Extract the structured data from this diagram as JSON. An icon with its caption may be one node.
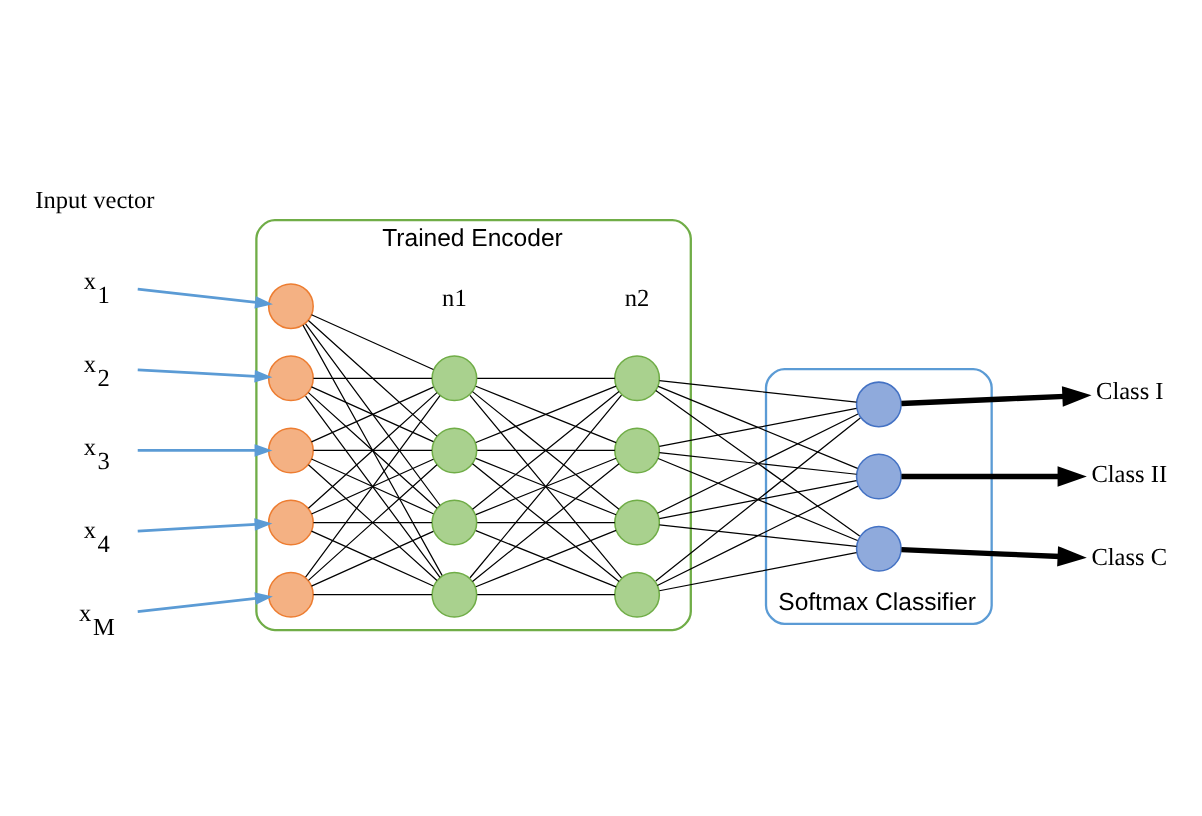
{
  "diagram": {
    "nodes": [
      {
        "text": [
          "Trained Encoder"
        ]
      },
      {
        "text": [],
        "shape": "circle",
        "in": 0
      },
      {
        "text": [],
        "shape": "circle",
        "in": 0
      },
      {
        "text": [],
        "shape": "circle",
        "in": 0
      },
      {
        "text": [],
        "shape": "circle",
        "in": 0
      },
      {
        "text": [],
        "shape": "circle",
        "in": 0
      },
      {
        "text": [],
        "shape": "circle",
        "in": 0
      },
      {
        "text": [],
        "shape": "circle",
        "in": 0
      },
      {
        "text": [],
        "shape": "circle",
        "in": 0
      },
      {
        "text": [],
        "shape": "circle",
        "in": 0
      },
      {
        "text": [],
        "shape": "circle",
        "in": 0
      },
      {
        "text": [],
        "shape": "circle",
        "in": 0
      },
      {
        "text": [],
        "shape": "circle",
        "in": 0
      },
      {
        "text": [],
        "shape": "circle",
        "in": 0
      },
      {
        "text": [
          "Softmax Classifier"
        ]
      },
      {
        "text": [],
        "shape": "circle",
        "in": 14
      },
      {
        "text": [],
        "shape": "circle",
        "in": 14
      },
      {
        "text": [],
        "shape": "circle",
        "in": 14
      },
      {
        "text": [
          "x$_{1}$"
        ]
      },
      {
        "text": [
          "x$_{2}$"
        ]
      },
      {
        "text": [
          "x$_{3}$"
        ]
      },
      {
        "text": [
          "x$_{4}$"
        ]
      },
      {
        "text": [
          "x$_{M}$"
        ]
      },
      {
        "text": [
          "Class I"
        ]
      },
      {
        "text": [
          "Class II"
        ]
      },
      {
        "text": [
          "Class C"
        ]
      }
    ],
    "edges": [
      {
        "from": 18,
        "to": 1,
        "arrow": "to",
        "color": "#5b9bd5"
      },
      {
        "from": 19,
        "to": 2,
        "arrow": "to",
        "color": "#5b9bd5"
      },
      {
        "from": 20,
        "to": 3,
        "arrow": "to",
        "color": "#5b9bd5"
      },
      {
        "from": 21,
        "to": 4,
        "arrow": "to",
        "color": "#5b9bd5"
      },
      {
        "from": 22,
        "to": 5,
        "arrow": "to",
        "color": "#5b9bd5"
      },
      {
        "from": 1,
        "to": 6,
        "arrow": "none"
      },
      {
        "from": 1,
        "to": 7,
        "arrow": "none"
      },
      {
        "from": 1,
        "to": 8,
        "arrow": "none"
      },
      {
        "from": 1,
        "to": 9,
        "arrow": "none"
      },
      {
        "from": 2,
        "to": 6,
        "arrow": "none"
      },
      {
        "from": 2,
        "to": 7,
        "arrow": "none"
      },
      {
        "from": 2,
        "to": 8,
        "arrow": "none"
      },
      {
        "from": 2,
        "to": 9,
        "arrow": "none"
      },
      {
        "from": 3,
        "to": 6,
        "arrow": "none"
      },
      {
        "from": 3,
        "to": 7,
        "arrow": "none"
      },
      {
        "from": 3,
        "to": 8,
        "arrow": "none"
      },
      {
        "from": 3,
        "to": 9,
        "arrow": "none"
      },
      {
        "from": 4,
        "to": 6,
        "arrow": "none"
      },
      {
        "from": 4,
        "to": 7,
        "arrow": "none"
      },
      {
        "from": 4,
        "to": 8,
        "arrow": "none"
      },
      {
        "from": 4,
        "to": 9,
        "arrow": "none"
      },
      {
        "from": 5,
        "to": 6,
        "arrow": "none"
      },
      {
        "from": 5,
        "to": 7,
        "arrow": "none"
      },
      {
        "from": 5,
        "to": 8,
        "arrow": "none"
      },
      {
        "from": 5,
        "to": 9,
        "arrow": "none"
      },
      {
        "from": 6,
        "to": 10,
        "arrow": "none"
      },
      {
        "from": 6,
        "to": 11,
        "arrow": "none"
      },
      {
        "from": 6,
        "to": 12,
        "arrow": "none"
      },
      {
        "from": 6,
        "to": 13,
        "arrow": "none"
      },
      {
        "from": 7,
        "to": 10,
        "arrow": "none"
      },
      {
        "from": 7,
        "to": 11,
        "arrow": "none"
      },
      {
        "from": 7,
        "to": 12,
        "arrow": "none"
      },
      {
        "from": 7,
        "to": 13,
        "arrow": "none"
      },
      {
        "from": 8,
        "to": 10,
        "arrow": "none"
      },
      {
        "from": 8,
        "to": 11,
        "arrow": "none"
      },
      {
        "from": 8,
        "to": 12,
        "arrow": "none"
      },
      {
        "from": 8,
        "to": 13,
        "arrow": "none"
      },
      {
        "from": 9,
        "to": 10,
        "arrow": "none"
      },
      {
        "from": 9,
        "to": 11,
        "arrow": "none"
      },
      {
        "from": 9,
        "to": 12,
        "arrow": "none"
      },
      {
        "from": 9,
        "to": 13,
        "arrow": "none"
      },
      {
        "from": 10,
        "to": 15,
        "arrow": "none"
      },
      {
        "from": 10,
        "to": 16,
        "arrow": "none"
      },
      {
        "from": 10,
        "to": 17,
        "arrow": "none"
      },
      {
        "from": 11,
        "to": 15,
        "arrow": "none"
      },
      {
        "from": 11,
        "to": 16,
        "arrow": "none"
      },
      {
        "from": 11,
        "to": 17,
        "arrow": "none"
      },
      {
        "from": 12,
        "to": 15,
        "arrow": "none"
      },
      {
        "from": 12,
        "to": 16,
        "arrow": "none"
      },
      {
        "from": 12,
        "to": 17,
        "arrow": "none"
      },
      {
        "from": 13,
        "to": 15,
        "arrow": "none"
      },
      {
        "from": 13,
        "to": 16,
        "arrow": "none"
      },
      {
        "from": 13,
        "to": 17,
        "arrow": "none"
      },
      {
        "from": 15,
        "to": 23,
        "arrow": "to",
        "style": "thick"
      },
      {
        "from": 16,
        "to": 24,
        "arrow": "to",
        "style": "thick"
      },
      {
        "from": 17,
        "to": 25,
        "arrow": "to",
        "style": "thick"
      }
    ],
    "labels": [
      "Input vector",
      "n1",
      "n2"
    ]
  }
}
